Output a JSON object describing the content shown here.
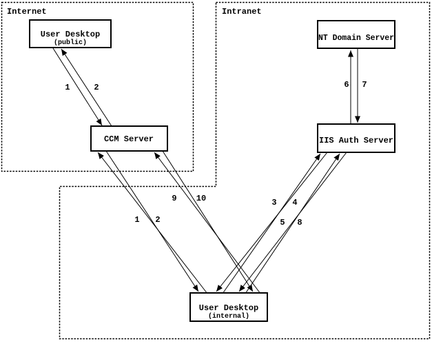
{
  "diagram": {
    "zones": {
      "internet": {
        "label": "Internet"
      },
      "intranet": {
        "label": "Intranet"
      }
    },
    "nodes": {
      "user_desktop_public": {
        "title": "User Desktop",
        "subtitle": "(public)"
      },
      "ccm_server": {
        "title": "CCM Server"
      },
      "nt_domain_server": {
        "title": "NT Domain Server"
      },
      "iis_auth_server": {
        "title": "IIS Auth Server"
      },
      "user_desktop_internal": {
        "title": "User Desktop",
        "subtitle": "(internal)"
      }
    },
    "edges": [
      {
        "label": "1",
        "from": "User Desktop (public)",
        "to": "CCM Server"
      },
      {
        "label": "2",
        "from": "CCM Server",
        "to": "User Desktop (public)"
      },
      {
        "label": "1",
        "from": "User Desktop (internal)",
        "to": "CCM Server"
      },
      {
        "label": "2",
        "from": "CCM Server",
        "to": "User Desktop (internal)"
      },
      {
        "label": "3",
        "from": "User Desktop (internal)",
        "to": "IIS Auth Server"
      },
      {
        "label": "4",
        "from": "IIS Auth Server",
        "to": "User Desktop (internal)"
      },
      {
        "label": "5",
        "from": "User Desktop (internal)",
        "to": "IIS Auth Server"
      },
      {
        "label": "6",
        "from": "IIS Auth Server",
        "to": "NT Domain Server"
      },
      {
        "label": "7",
        "from": "NT Domain Server",
        "to": "IIS Auth Server"
      },
      {
        "label": "8",
        "from": "IIS Auth Server",
        "to": "User Desktop (internal)"
      },
      {
        "label": "9",
        "from": "User Desktop (internal)",
        "to": "CCM Server"
      },
      {
        "label": "10",
        "from": "CCM Server",
        "to": "User Desktop (internal)"
      }
    ],
    "colors": {
      "foreground": "#000000",
      "background": "#ffffff"
    }
  }
}
